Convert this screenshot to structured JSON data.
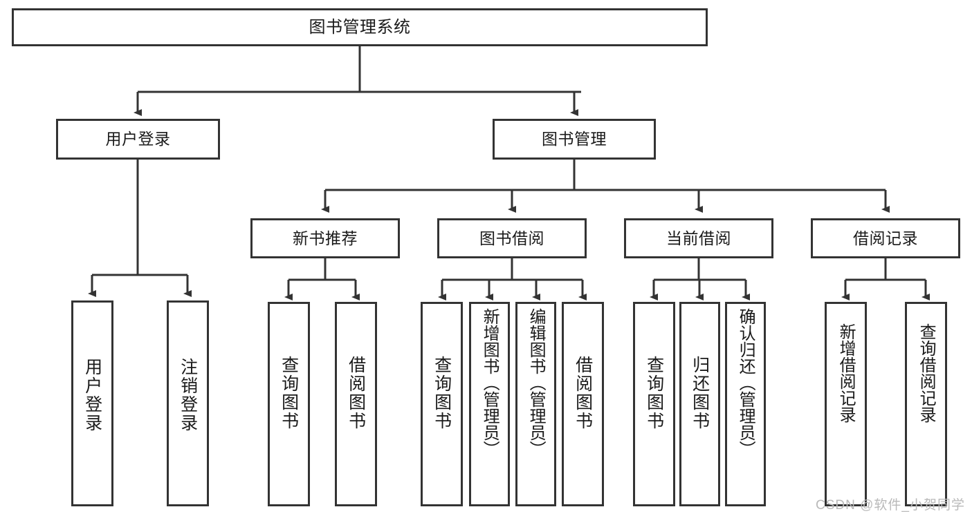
{
  "diagram": {
    "type": "tree-hierarchy",
    "title": "图书管理系统",
    "watermark": "CSDN @软件_小贺同学",
    "colors": {
      "node_border": "#333333",
      "node_fill": "#ffffff",
      "edge": "#333333",
      "text": "#1a1a1a",
      "watermark": "#b9b9b9",
      "background": "#ffffff"
    },
    "levels": {
      "level1": [
        "图书管理系统"
      ],
      "level2": [
        "用户登录",
        "图书管理"
      ],
      "level3": [
        "新书推荐",
        "图书借阅",
        "当前借阅",
        "借阅记录"
      ],
      "level4": [
        "用户登录",
        "注销登录",
        "查询图书",
        "借阅图书",
        "查询图书",
        "新增图书（管理员）",
        "编辑图书（管理员）",
        "借阅图书",
        "查询图书",
        "归还图书",
        "确认归还（管理员）",
        "新增借阅记录",
        "查询借阅记录"
      ]
    },
    "nodes": {
      "root": {
        "label": "图书管理系统"
      },
      "user_login": {
        "label": "用户登录"
      },
      "book_manage": {
        "label": "图书管理"
      },
      "new_book_rec": {
        "label": "新书推荐"
      },
      "book_borrow": {
        "label": "图书借阅"
      },
      "current_borrow": {
        "label": "当前借阅"
      },
      "borrow_record": {
        "label": "借阅记录"
      },
      "leaf_user_login": {
        "label": "用户登录"
      },
      "leaf_logout": {
        "label": "注销登录"
      },
      "leaf_query_book_1": {
        "label": "查询图书"
      },
      "leaf_borrow_book_1": {
        "label": "借阅图书"
      },
      "leaf_query_book_2": {
        "label": "查询图书"
      },
      "leaf_add_book_admin": {
        "label": "新增图书（管理员）"
      },
      "leaf_edit_book_admin": {
        "label": "编辑图书（管理员）"
      },
      "leaf_borrow_book_2": {
        "label": "借阅图书"
      },
      "leaf_query_book_3": {
        "label": "查询图书"
      },
      "leaf_return_book": {
        "label": "归还图书"
      },
      "leaf_confirm_return_admin": {
        "label": "确认归还（管理员）"
      },
      "leaf_add_borrow_record": {
        "label": "新增借阅记录"
      },
      "leaf_query_borrow_record": {
        "label": "查询借阅记录"
      }
    },
    "edges": [
      {
        "from": "root",
        "to": "user_login"
      },
      {
        "from": "root",
        "to": "book_manage"
      },
      {
        "from": "user_login",
        "to": "leaf_user_login"
      },
      {
        "from": "user_login",
        "to": "leaf_logout"
      },
      {
        "from": "book_manage",
        "to": "new_book_rec"
      },
      {
        "from": "book_manage",
        "to": "book_borrow"
      },
      {
        "from": "book_manage",
        "to": "current_borrow"
      },
      {
        "from": "book_manage",
        "to": "borrow_record"
      },
      {
        "from": "new_book_rec",
        "to": "leaf_query_book_1"
      },
      {
        "from": "new_book_rec",
        "to": "leaf_borrow_book_1"
      },
      {
        "from": "book_borrow",
        "to": "leaf_query_book_2"
      },
      {
        "from": "book_borrow",
        "to": "leaf_add_book_admin"
      },
      {
        "from": "book_borrow",
        "to": "leaf_edit_book_admin"
      },
      {
        "from": "book_borrow",
        "to": "leaf_borrow_book_2"
      },
      {
        "from": "current_borrow",
        "to": "leaf_query_book_3"
      },
      {
        "from": "current_borrow",
        "to": "leaf_return_book"
      },
      {
        "from": "current_borrow",
        "to": "leaf_confirm_return_admin"
      },
      {
        "from": "borrow_record",
        "to": "leaf_add_borrow_record"
      },
      {
        "from": "borrow_record",
        "to": "leaf_query_borrow_record"
      }
    ]
  }
}
